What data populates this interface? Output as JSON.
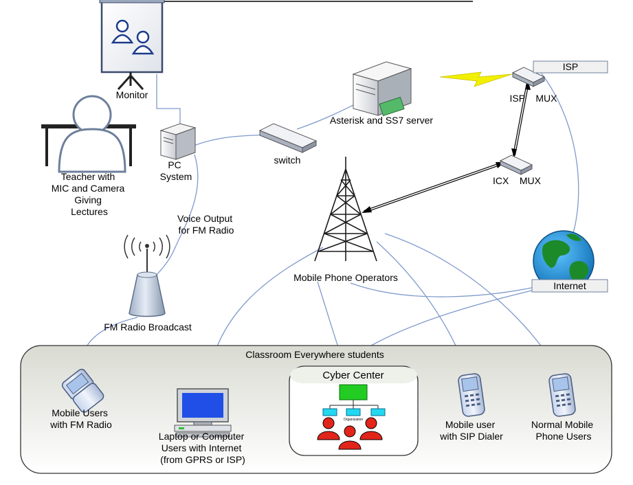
{
  "labels": {
    "monitor": "Monitor",
    "teacher": [
      "Teacher with",
      "MIC and Camera",
      "Giving",
      "Lectures"
    ],
    "pc": [
      "PC",
      "System"
    ],
    "asterisk": "Asterisk and SS7 server",
    "switch": "switch",
    "isp_box": "ISP",
    "isp_mux": "ISP    MUX",
    "icx_mux": "ICX    MUX",
    "voice_output": [
      "Voice Output",
      "for FM Radio"
    ],
    "mobile_operators": "Mobile Phone Operators",
    "internet_box": "Internet",
    "fm_broadcast": "FM Radio Broadcast",
    "classroom": "Classroom Everywhere students",
    "cyber_center": "Cyber Center",
    "organization": "Organization",
    "mobile_fm": [
      "Mobile Users",
      "with FM Radio"
    ],
    "laptop": [
      "Laptop or Computer",
      "Users with Internet",
      "(from GPRS or ISP)"
    ],
    "mobile_sip": [
      "Mobile user",
      "with SIP Dialer"
    ],
    "normal_mobile": [
      "Normal Mobile",
      "Phone Users"
    ]
  },
  "icons": [
    "projection-screen-icon",
    "teacher-icon",
    "pc-tower-icon",
    "server-icon",
    "network-switch-icon",
    "mux-icon",
    "cell-tower-icon",
    "radio-antenna-icon",
    "globe-icon",
    "flip-phone-icon",
    "desktop-computer-icon",
    "org-chart-icon",
    "people-icon",
    "mobile-phone-icon"
  ],
  "colors": {
    "connector": "#7f9acc",
    "lightning": "#f2f000",
    "globe_water": "#1b8fd6",
    "globe_land": "#1d8a2a",
    "people": "#e2251a",
    "org_top": "#22cc22",
    "org_node": "#22d8f0"
  }
}
